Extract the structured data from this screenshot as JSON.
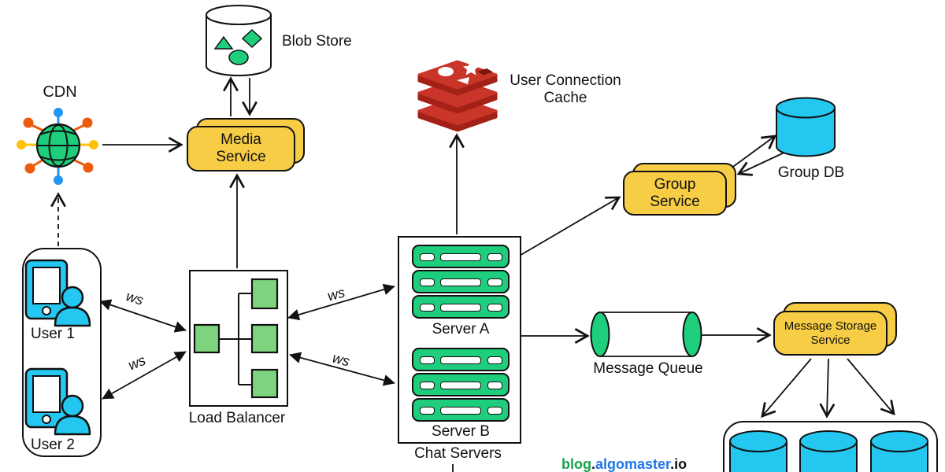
{
  "diagram": {
    "cdn": {
      "label": "CDN"
    },
    "blob_store": {
      "label": "Blob Store"
    },
    "media_service": {
      "label": "Media Service"
    },
    "user_connection_cache": {
      "label": "User Connection Cache"
    },
    "group_service": {
      "label": "Group Service"
    },
    "group_db": {
      "label": "Group DB"
    },
    "users": {
      "user1": "User 1",
      "user2": "User 2"
    },
    "load_balancer": {
      "label": "Load Balancer"
    },
    "chat_servers": {
      "label": "Chat Servers",
      "server_a": "Server A",
      "server_b": "Server B"
    },
    "message_queue": {
      "label": "Message Queue"
    },
    "message_storage_service": {
      "label": "Message Storage Service"
    },
    "edges": {
      "ws1": "ws",
      "ws2": "ws",
      "ws3": "ws",
      "ws4": "ws"
    }
  },
  "footer": {
    "blog": "blog",
    "dot1": ".",
    "domain": "algomaster",
    "dot2": ".",
    "tld": "io"
  },
  "colors": {
    "accent_yellow": "#F7CD45",
    "emerald_green": "#1ECE7C",
    "light_green": "#7ED47E",
    "cyan": "#24C7EF",
    "redis_red": "#C93528",
    "redis_dark_red": "#A32116",
    "footer_green": "#17A34A",
    "footer_blue": "#2176E8",
    "dot_orange": "#ED5B0D",
    "dot_yellow": "#FFC107",
    "dot_blue": "#2196F3"
  }
}
